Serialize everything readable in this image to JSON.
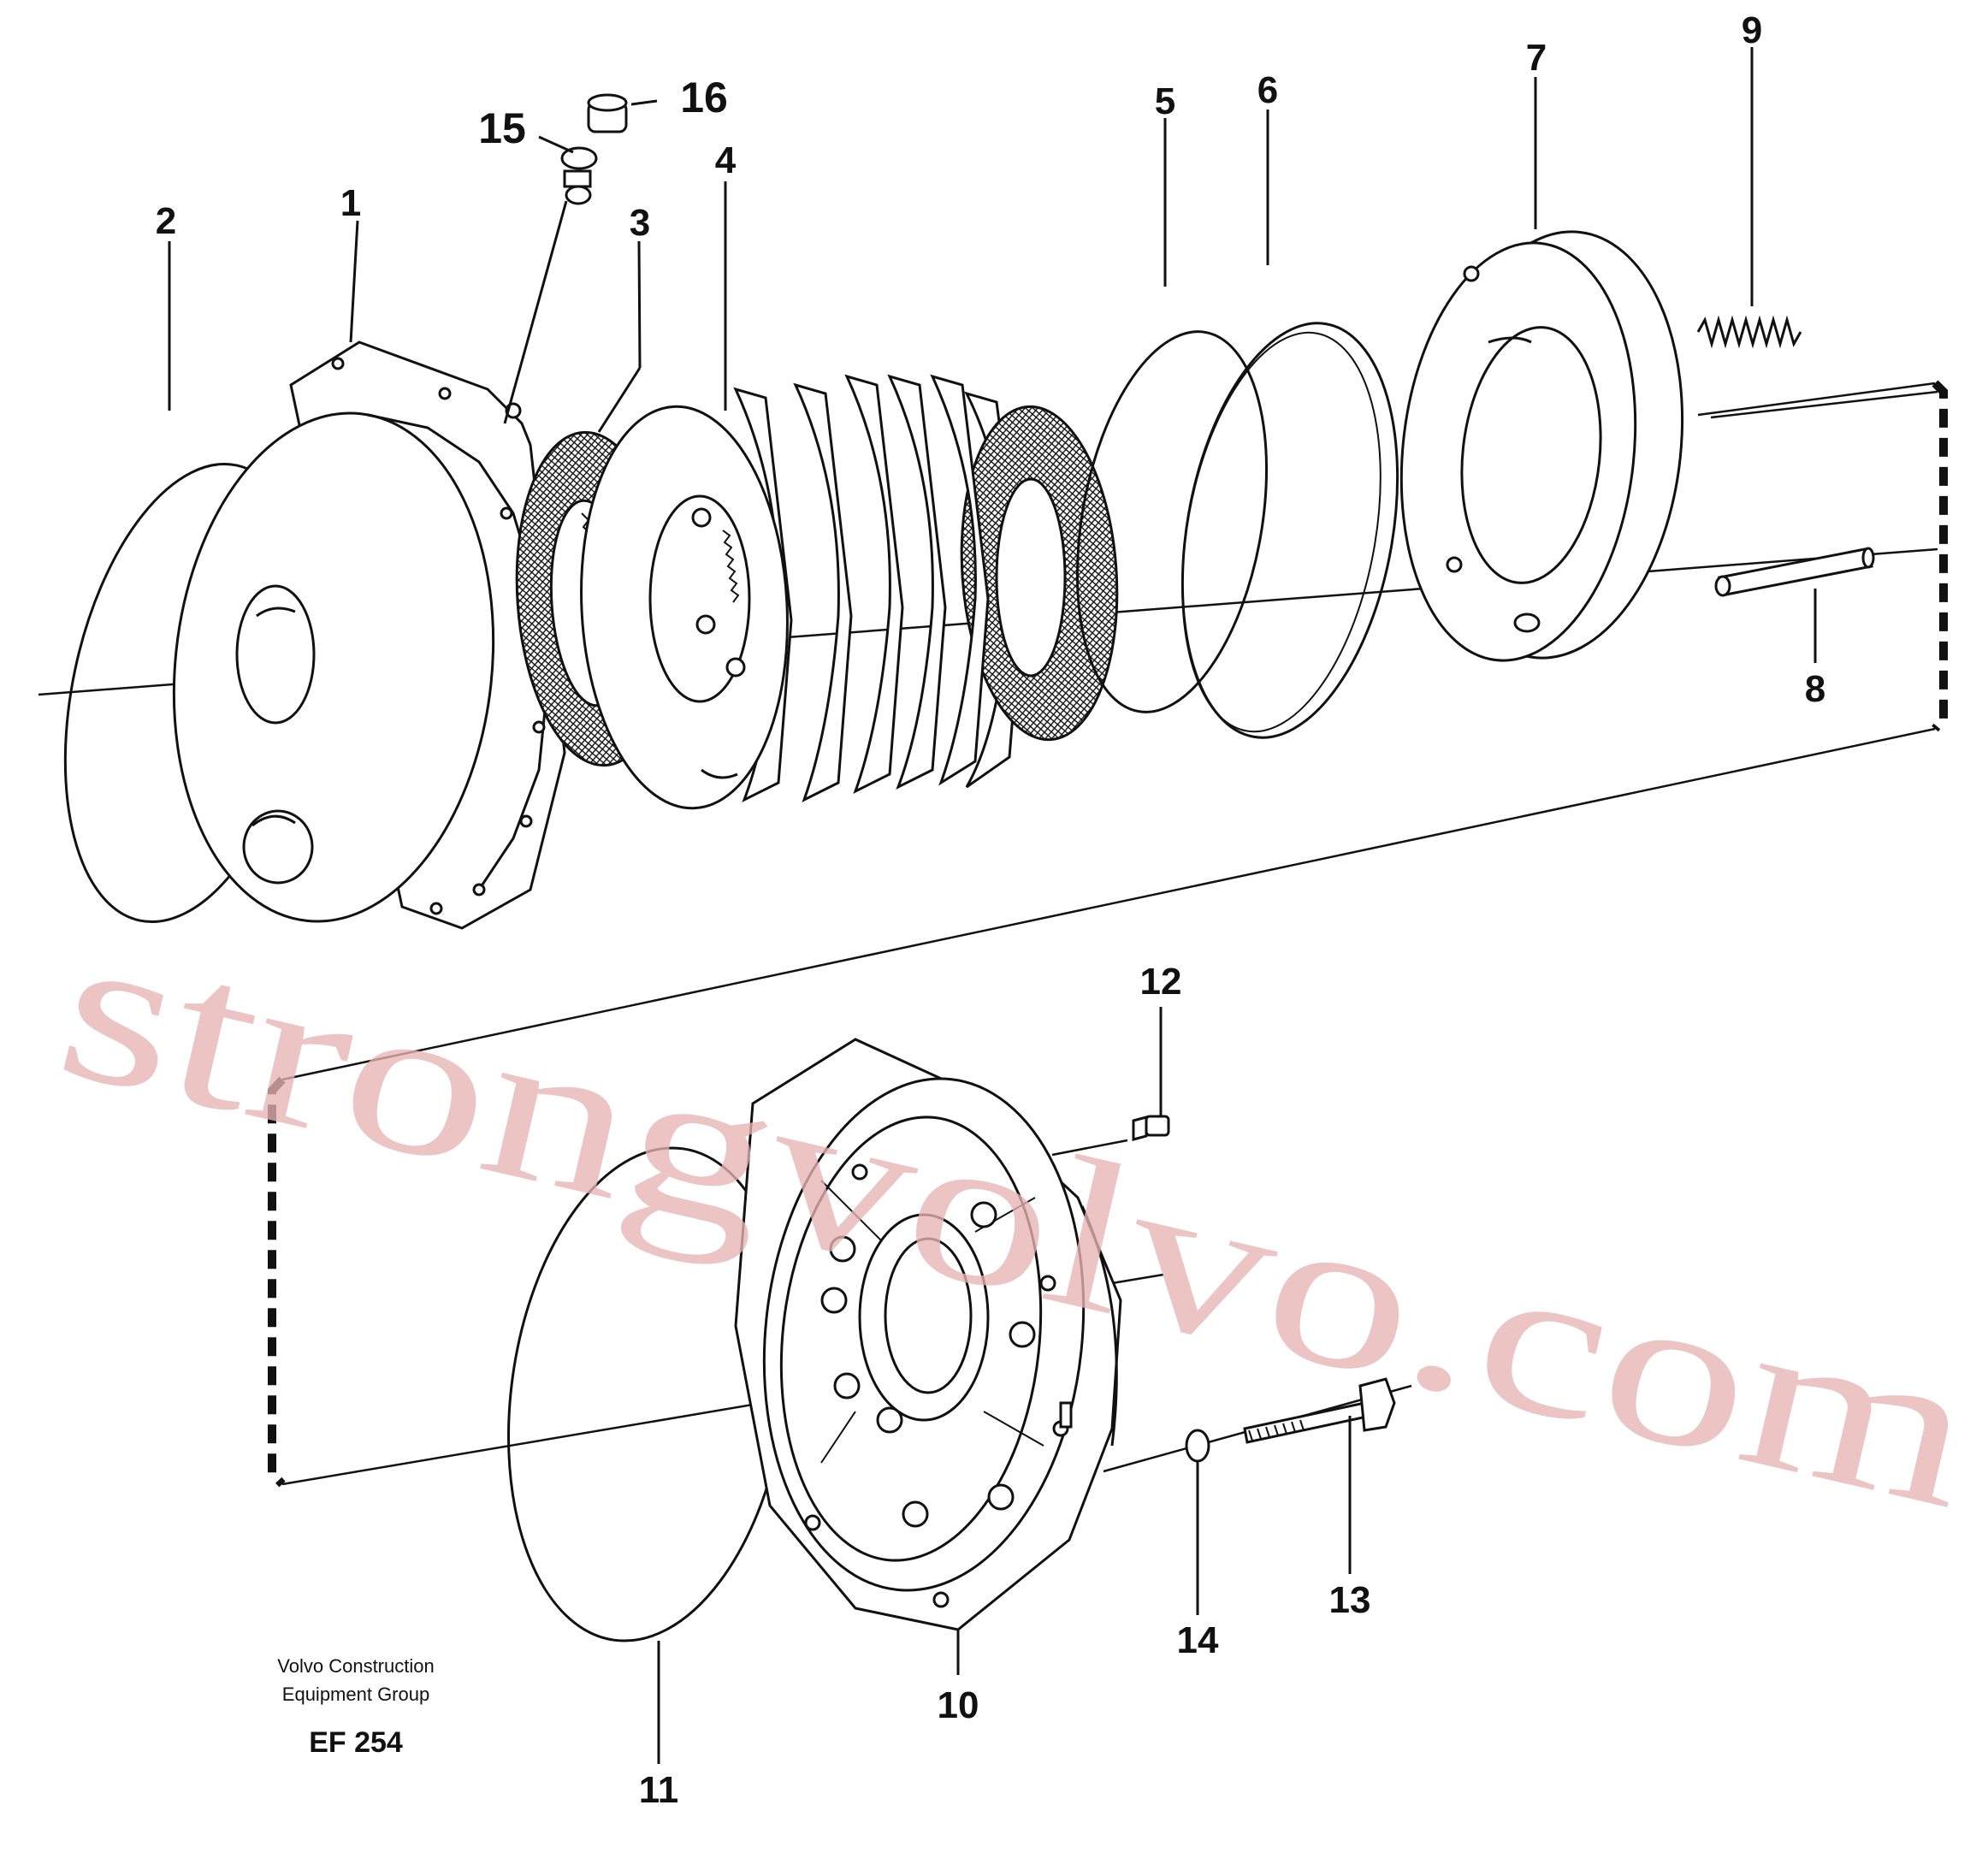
{
  "callouts": {
    "part_1": "1",
    "part_2": "2",
    "part_3": "3",
    "part_4": "4",
    "part_5": "5",
    "part_6": "6",
    "part_7": "7",
    "part_8": "8",
    "part_9": "9",
    "part_10": "10",
    "part_11": "11",
    "part_12": "12",
    "part_13": "13",
    "part_14": "14",
    "part_15": "15",
    "part_16": "16"
  },
  "credit": {
    "line1": "Volvo Construction",
    "line2": "Equipment Group",
    "code": "EF 254"
  },
  "watermark": "strongvolvo.com",
  "colors": {
    "ink": "#111111",
    "watermark": "#e7b3b3",
    "background": "#ffffff"
  }
}
